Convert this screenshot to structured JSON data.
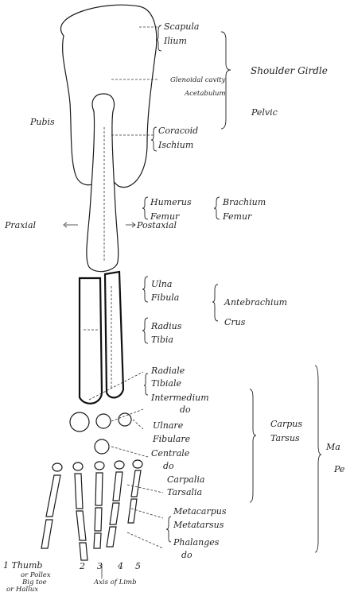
{
  "labels": {
    "scapula": "Scapula",
    "ilium": "Ilium",
    "glenoidal_cavity": "Glenoidal cavity",
    "acetabulum": "Acetabulum",
    "shoulder_girdle": "Shoulder Girdle",
    "pelvic": "Pelvic",
    "pubis": "Pubis",
    "coracoid": "Coracoid",
    "ischium": "Ischium",
    "humerus": "Humerus",
    "femur": "Femur",
    "brachium": "Brachium",
    "femur_right": "Femur",
    "praxial": "Praxial",
    "postaxial": "Postaxial",
    "ulna": "Ulna",
    "fibula": "Fibula",
    "antebrachium": "Antebrachium",
    "crus": "Crus",
    "radius": "Radius",
    "tibia": "Tibia",
    "radiale": "Radiale",
    "tibiale": "Tibiale",
    "intermedium": "Intermedium",
    "intermedium_do": "do",
    "carpus": "Carpus",
    "tarsus": "Tarsus",
    "manus": "Ma",
    "pes": "Pe",
    "ulnare": "Ulnare",
    "fibulare": "Fibulare",
    "centrale": "Centrale",
    "centrale_do": "do",
    "carpalia": "Carpalia",
    "tarsalia": "Tarsalia",
    "metacarpus": "Metacarpus",
    "metatarsus": "Metatarsus",
    "phalanges": "Phalanges",
    "phalanges_do": "do",
    "thumb": "1 Thumb",
    "or_pollex": "or Pollex",
    "big_toe": "Big toe",
    "or_hallux": "or Hallux",
    "axis_of_limb": "Axis of Limb",
    "digit_2": "2",
    "digit_3": "3",
    "digit_4": "4",
    "digit_5": "5"
  }
}
